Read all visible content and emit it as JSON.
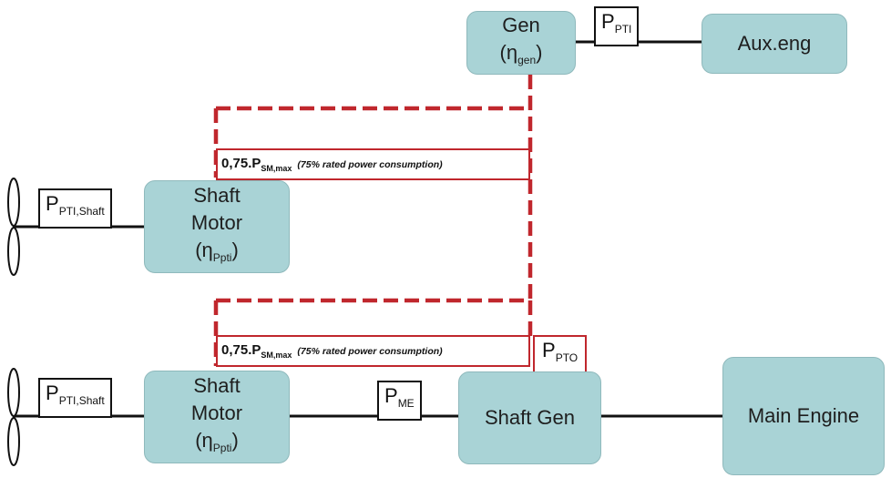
{
  "nodes": {
    "gen": {
      "line1": "Gen",
      "eta": "η",
      "eta_sub": "gen"
    },
    "aux_eng": {
      "label": "Aux.eng"
    },
    "shaft_motor_top": {
      "line1": "Shaft",
      "line2": "Motor",
      "eta": "η",
      "eta_sub": "Ppti"
    },
    "shaft_motor_bottom": {
      "line1": "Shaft",
      "line2": "Motor",
      "eta": "η",
      "eta_sub": "Ppti"
    },
    "shaft_gen": {
      "label": "Shaft Gen"
    },
    "main_engine": {
      "label": "Main Engine"
    }
  },
  "labels": {
    "p_pti": {
      "main": "P",
      "sub": "PTI"
    },
    "p_pti_shaft_top": {
      "main": "P",
      "sub": "PTI,Shaft"
    },
    "p_pti_shaft_bottom": {
      "main": "P",
      "sub": "PTI,Shaft"
    },
    "p_me": {
      "main": "P",
      "sub": "ME"
    },
    "p_pto": {
      "main": "P",
      "sub": "PTO"
    }
  },
  "power_labels": {
    "top": {
      "prefix": "0,75.P",
      "sub": "SM,max",
      "note": "(75% rated power consumption)"
    },
    "bottom": {
      "prefix": "0,75.P",
      "sub": "SM,max",
      "note": "(75% rated power consumption)"
    }
  },
  "colors": {
    "box_fill": "#a9d3d6",
    "box_border": "#8fb9bc",
    "dashed_red": "#c0272d",
    "line": "#111111"
  }
}
